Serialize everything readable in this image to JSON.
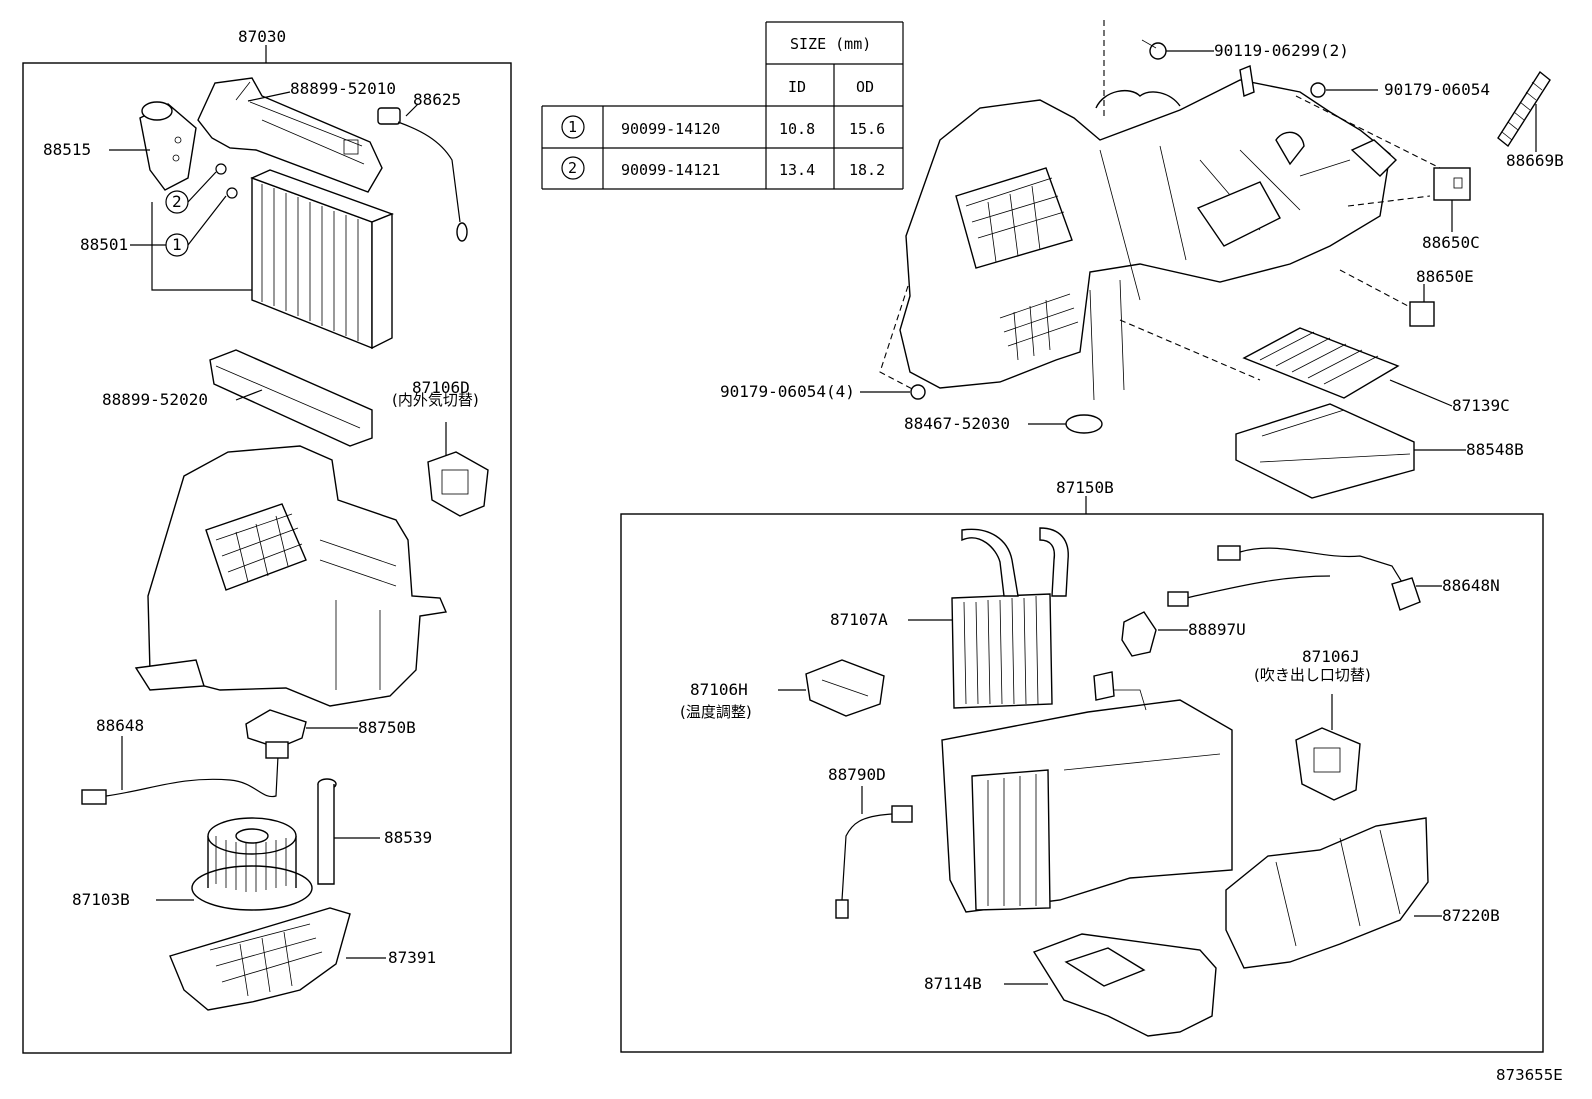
{
  "table": {
    "header_size": "SIZE (mm)",
    "header_id": "ID",
    "header_od": "OD",
    "rows": [
      {
        "mark": "1",
        "part": "90099-14120",
        "id": "10.8",
        "od": "15.6"
      },
      {
        "mark": "2",
        "part": "90099-14121",
        "id": "13.4",
        "od": "18.2"
      }
    ]
  },
  "left_group": {
    "title": "87030",
    "labels": {
      "l88899_52010": "88899-52010",
      "l88625": "88625",
      "l88515": "88515",
      "l88501": "88501",
      "mark2": "2",
      "mark1": "1",
      "l88899_52020": "88899-52020",
      "l87106D": "87106D",
      "l87106D_note": "(内外気切替)",
      "l88648": "88648",
      "l88750B": "88750B",
      "l88539": "88539",
      "l87103B": "87103B",
      "l87391": "87391"
    }
  },
  "top_right": {
    "labels": {
      "l90119": "90119-06299(2)",
      "l90179a": "90179-06054",
      "l88669B": "88669B",
      "l88650C": "88650C",
      "l88650E": "88650E",
      "l90179b": "90179-06054(4)",
      "l87139C": "87139C",
      "l88467": "88467-52030",
      "l88548B": "88548B"
    }
  },
  "right_group": {
    "title": "87150B",
    "labels": {
      "l88648N": "88648N",
      "l87107A": "87107A",
      "l88897U": "88897U",
      "l87106J": "87106J",
      "l87106J_note": "(吹き出し口切替)",
      "l87106H": "87106H",
      "l87106H_note": "(温度調整)",
      "l88790D": "88790D",
      "l87220B": "87220B",
      "l87114B": "87114B"
    }
  },
  "figure_code": "873655E"
}
